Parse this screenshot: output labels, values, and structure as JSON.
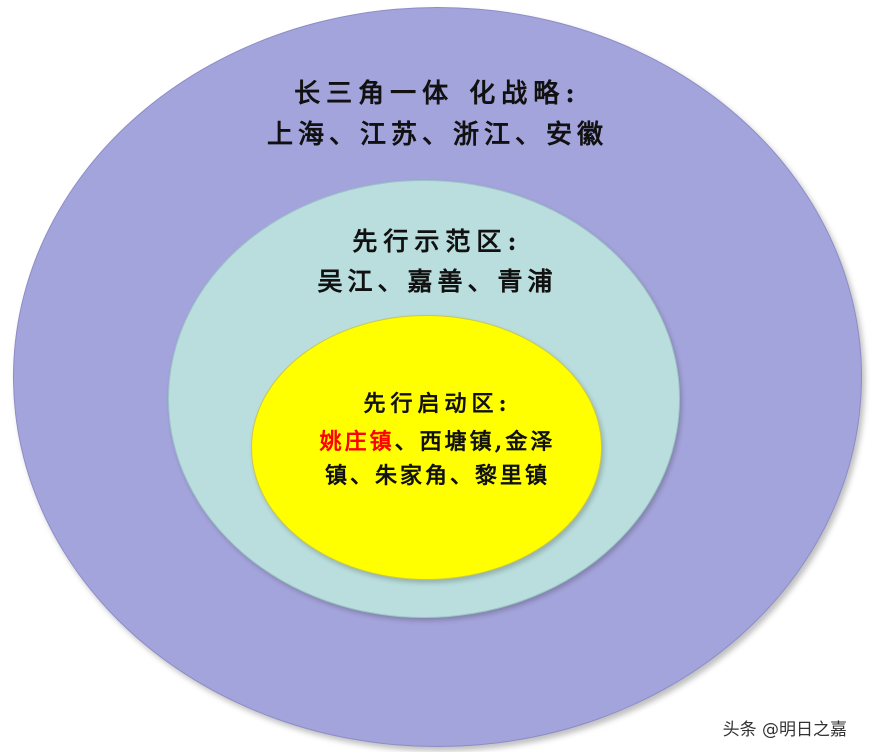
{
  "diagram": {
    "outer": {
      "title": "长三角一体 化战略:",
      "body": "上海、江苏、浙江、安徽",
      "color": "#a4a4dc"
    },
    "middle": {
      "title": "先行示范区:",
      "body": "吴江、嘉善、青浦",
      "color": "#b9dedd"
    },
    "inner": {
      "title": "先行启动区:",
      "highlight": "姚庄镇",
      "line1_rest": "、西塘镇,金泽",
      "line2": "镇、朱家角、黎里镇",
      "color": "#ffff00",
      "highlight_color": "#ff0000"
    }
  },
  "watermark": "头条 @明日之嘉"
}
